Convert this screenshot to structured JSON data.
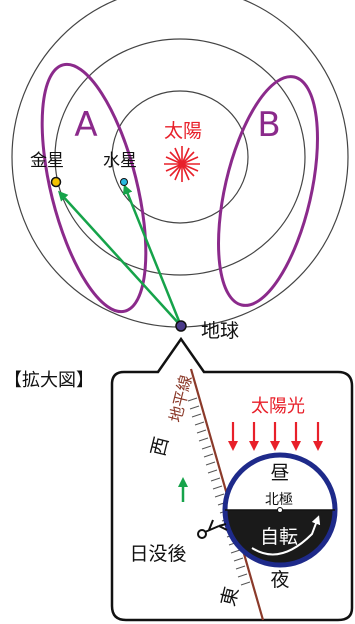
{
  "labels": {
    "region_a": "A",
    "region_b": "B",
    "sun": "太陽",
    "venus": "金星",
    "mercury": "水星",
    "earth": "地球",
    "enlarged": "【拡大図】",
    "horizon": "地平線",
    "sunlight": "太陽光",
    "west": "西",
    "east": "東",
    "day": "昼",
    "north_pole": "北極",
    "rotation": "自転",
    "night": "夜",
    "after_sunset": "日没後"
  },
  "colors": {
    "purple": "#8b2a8b",
    "red": "#e8202a",
    "green": "#16a34a",
    "navy": "#1e2a8a",
    "horizon": "#8b3a2a",
    "venus": "#f2c200",
    "mercury": "#29b8e0"
  }
}
